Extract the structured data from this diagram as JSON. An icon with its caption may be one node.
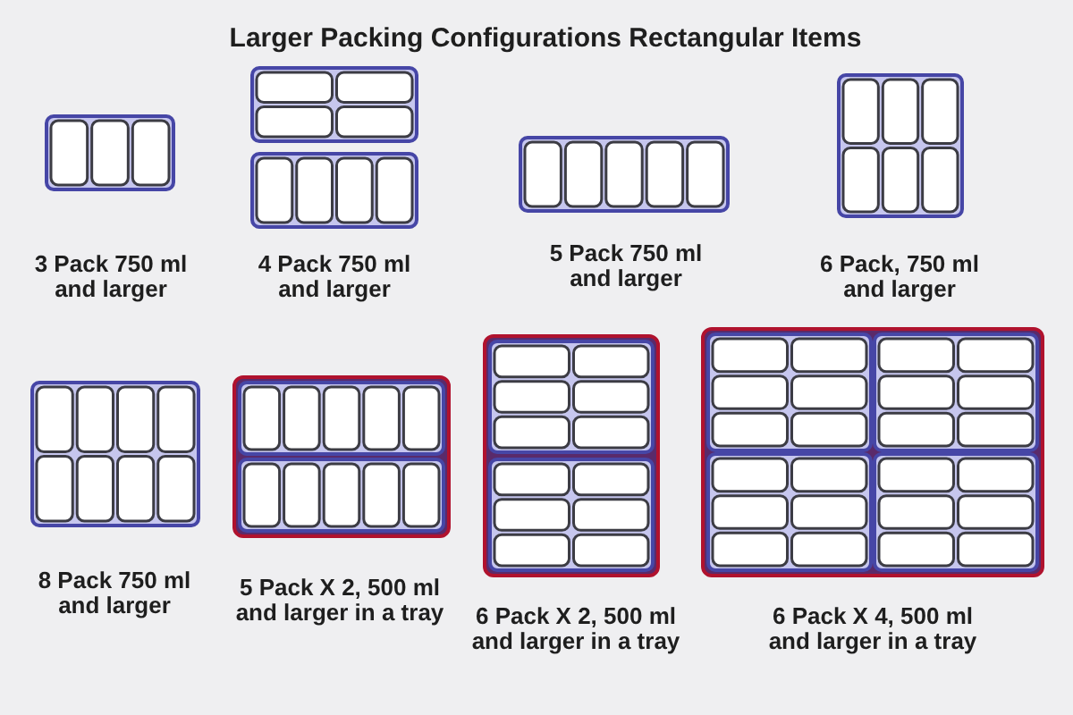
{
  "diagram": {
    "title": "Larger Packing Configurations Rectangular Items",
    "nodes": [
      {
        "text": [],
        "shape": "box",
        "beside": [
          "3 Pack 750 ml and larger"
        ]
      },
      {
        "text": [],
        "shape": "box",
        "beside": [
          "4 Pack 750 ml and larger"
        ]
      },
      {
        "text": [],
        "shape": "box",
        "beside": [
          "5 Pack 750 ml and larger"
        ]
      },
      {
        "text": [],
        "shape": "box",
        "beside": [
          "6 Pack, 750 ml and larger"
        ]
      },
      {
        "text": [],
        "shape": "box",
        "beside": [
          "8 Pack 750 ml and larger"
        ]
      },
      {
        "text": [],
        "shape": "box",
        "beside": [
          "5 Pack X 2, 500 ml and larger in a tray"
        ]
      },
      {
        "text": [],
        "shape": "box",
        "beside": [
          "6 Pack X 2, 500 ml and larger in a tray"
        ]
      },
      {
        "text": [],
        "shape": "box",
        "beside": [
          "6 Pack X 4, 500 ml and larger in a tray"
        ]
      }
    ]
  }
}
